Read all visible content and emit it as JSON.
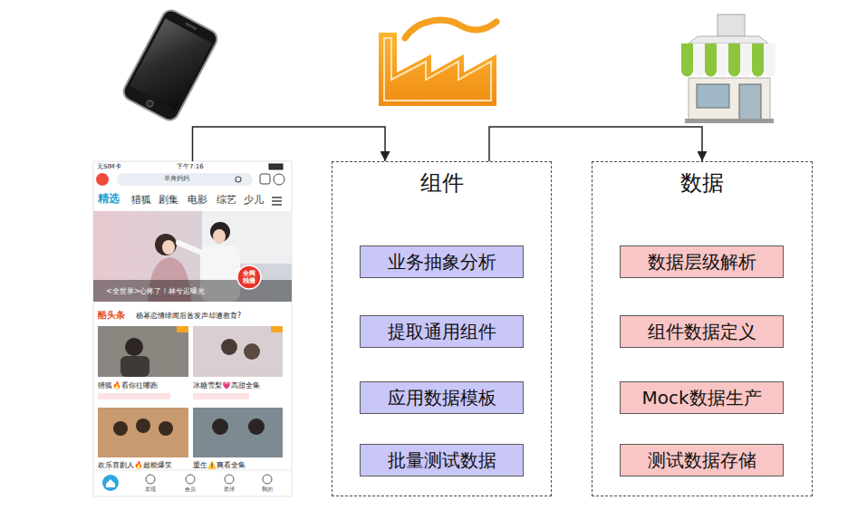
{
  "diagram": {
    "nodes": [
      {
        "text": [
          "无SIM卡",
          "下午7:16",
          "单身妈妈",
          "精选",
          "猎狐",
          "剧集",
          "电影",
          "综艺",
          "少儿",
          "<全世界>心疼了！林兮迟曝光",
          "全网独播",
          "酷头条",
          "杨幂恋情绯闻后首发声却遭教育?",
          "猎狐🔥看你往哪跑",
          "冰糖雪梨💗高甜全集",
          "欢乐喜剧人🔥超能爆笑",
          "重生⚠️爽看全集",
          "发现",
          "会员",
          "星球",
          "我的"
        ]
      },
      {
        "text": [
          "组件"
        ]
      },
      {
        "text": [
          "业务抽象分析"
        ],
        "in": 1
      },
      {
        "text": [
          "提取通用组件"
        ],
        "in": 1
      },
      {
        "text": [
          "应用数据模板"
        ],
        "in": 1
      },
      {
        "text": [
          "批量测试数据"
        ],
        "in": 1
      },
      {
        "text": [
          "数据"
        ]
      },
      {
        "text": [
          "数据层级解析"
        ],
        "in": 6
      },
      {
        "text": [
          "组件数据定义"
        ],
        "in": 6
      },
      {
        "text": [
          "Mock数据生产"
        ],
        "in": 6
      },
      {
        "text": [
          "测试数据存储"
        ],
        "in": 6
      }
    ],
    "edges": [
      {
        "from": 0,
        "to": 1,
        "arrow": "to"
      },
      {
        "from": 1,
        "to": 6,
        "arrow": "to"
      }
    ]
  }
}
